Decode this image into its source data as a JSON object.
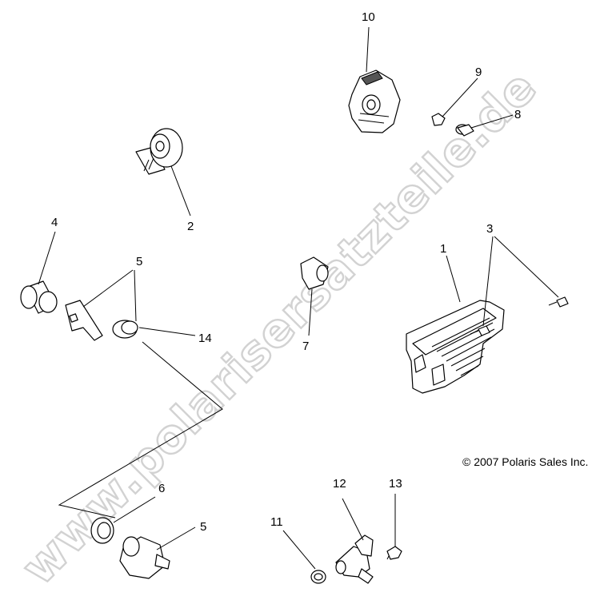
{
  "callouts": {
    "c1": "1",
    "c2": "2",
    "c3": "3",
    "c4": "4",
    "c5a": "5",
    "c5b": "5",
    "c6": "6",
    "c7": "7",
    "c8": "8",
    "c9": "9",
    "c10": "10",
    "c11": "11",
    "c12": "12",
    "c13": "13",
    "c14": "14"
  },
  "copyright": "© 2007 Polaris Sales Inc.",
  "watermark": "www.polarisersatzteile.de",
  "colors": {
    "line": "#000000",
    "watermark": "#d2d2d2",
    "background": "#ffffff"
  }
}
